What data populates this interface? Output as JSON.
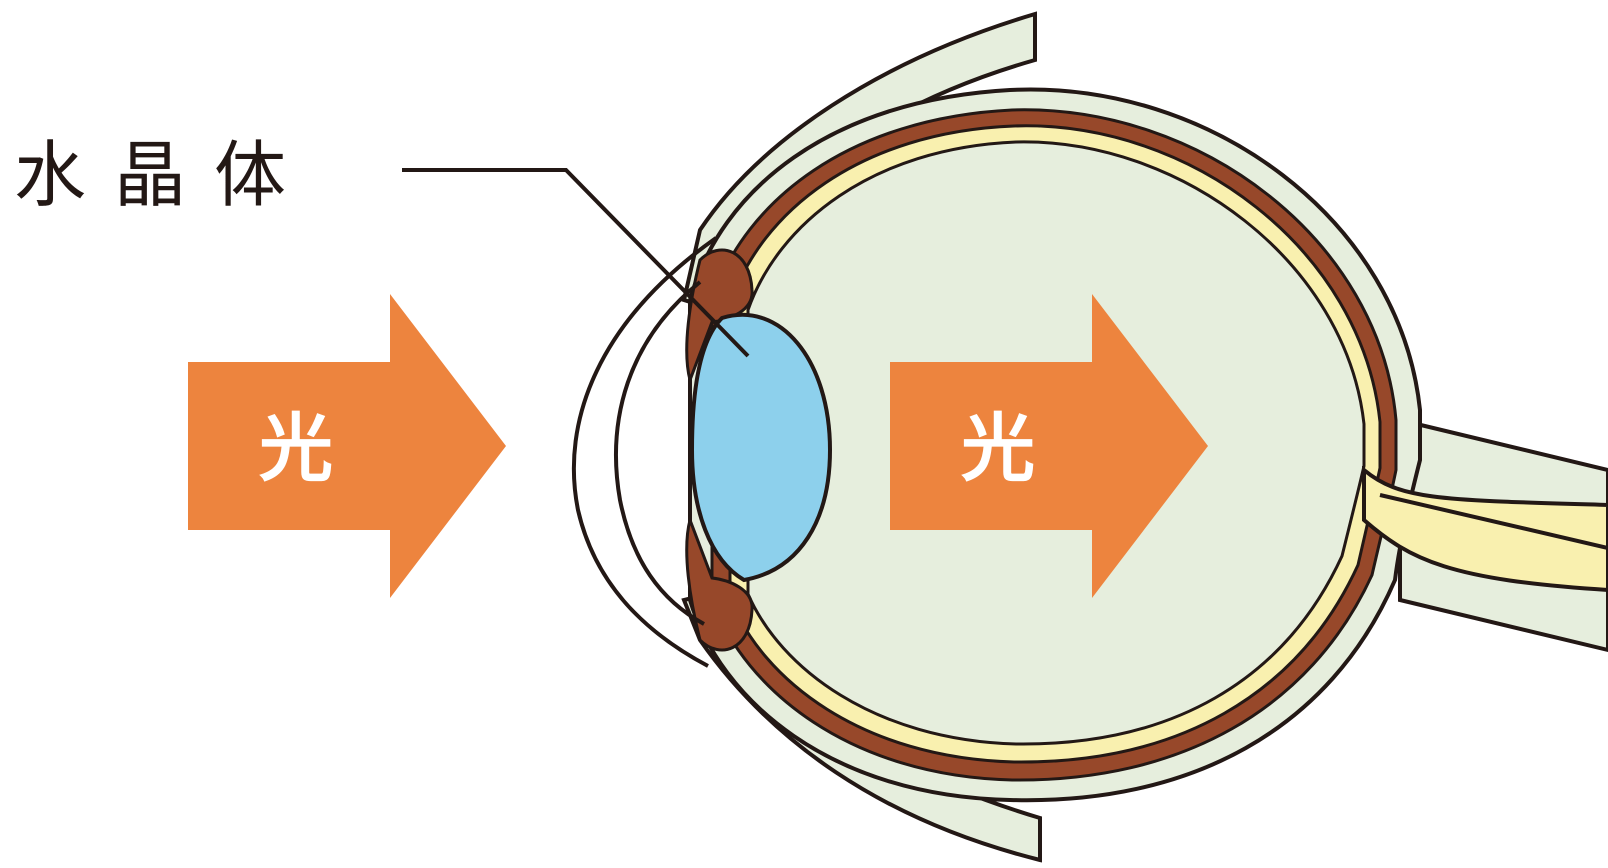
{
  "labels": {
    "lens": "水晶体",
    "light_left": "光",
    "light_right": "光"
  },
  "colors": {
    "arrow": "#ED843E",
    "lens": "#8DD0EC",
    "eye_tissue": "#E6EEDD",
    "choroid": "#97482A",
    "retina": "#F9F0AF",
    "outline": "#231815",
    "text_dark": "#231815",
    "text_light": "#FFFFFF"
  }
}
